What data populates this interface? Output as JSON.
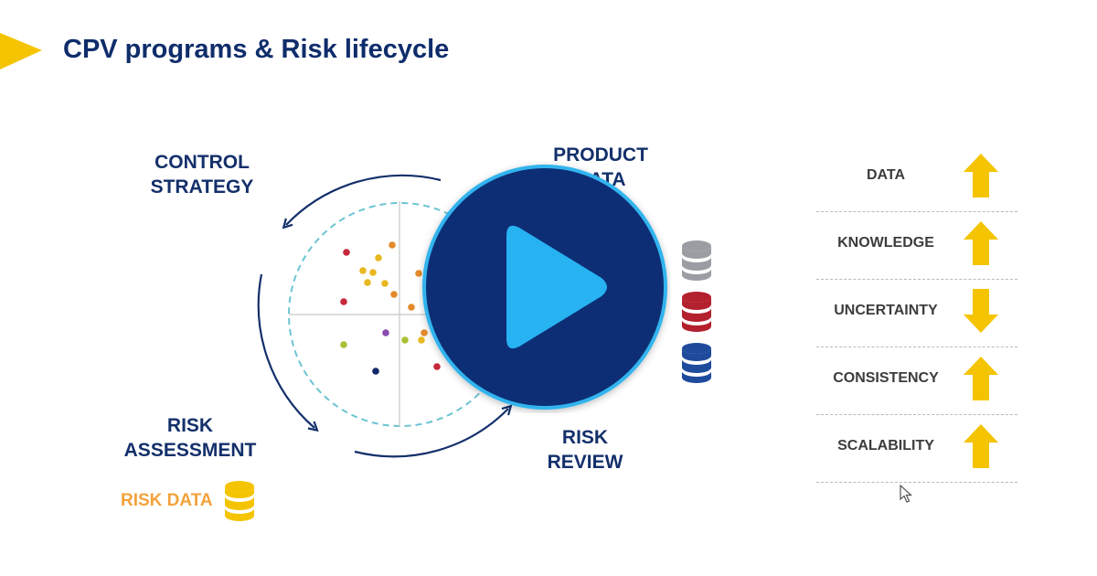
{
  "slide": {
    "title": "CPV programs & Risk lifecycle"
  },
  "lifecycle": {
    "control_strategy": [
      "CONTROL",
      "STRATEGY"
    ],
    "product_data": [
      "PRODUCT",
      "DATA"
    ],
    "risk_assessment": [
      "RISK",
      "ASSESSMENT"
    ],
    "risk_review": [
      "RISK",
      "REVIEW"
    ],
    "risk_data": "RISK DATA"
  },
  "metrics": [
    {
      "label": "DATA",
      "direction": "up"
    },
    {
      "label": "KNOWLEDGE",
      "direction": "up"
    },
    {
      "label": "UNCERTAINTY",
      "direction": "down"
    },
    {
      "label": "CONSISTENCY",
      "direction": "up"
    },
    {
      "label": "SCALABILITY",
      "direction": "up"
    }
  ],
  "colors": {
    "title": "#0f2d6b",
    "accent_yellow": "#f5c400",
    "risk_data": "#f2a23c",
    "play_circle": "#0c2f75",
    "play_ring": "#31b4ee",
    "play_triangle": "#27b2f2",
    "db_gray": "#9a9ea3",
    "db_red": "#b3202e",
    "db_blue": "#1f4b9c"
  },
  "icons": {
    "play": "play-icon",
    "arrow_up": "arrow-up-icon",
    "arrow_down": "arrow-down-icon",
    "database": "database-icon",
    "cursor": "mouse-cursor-icon"
  }
}
